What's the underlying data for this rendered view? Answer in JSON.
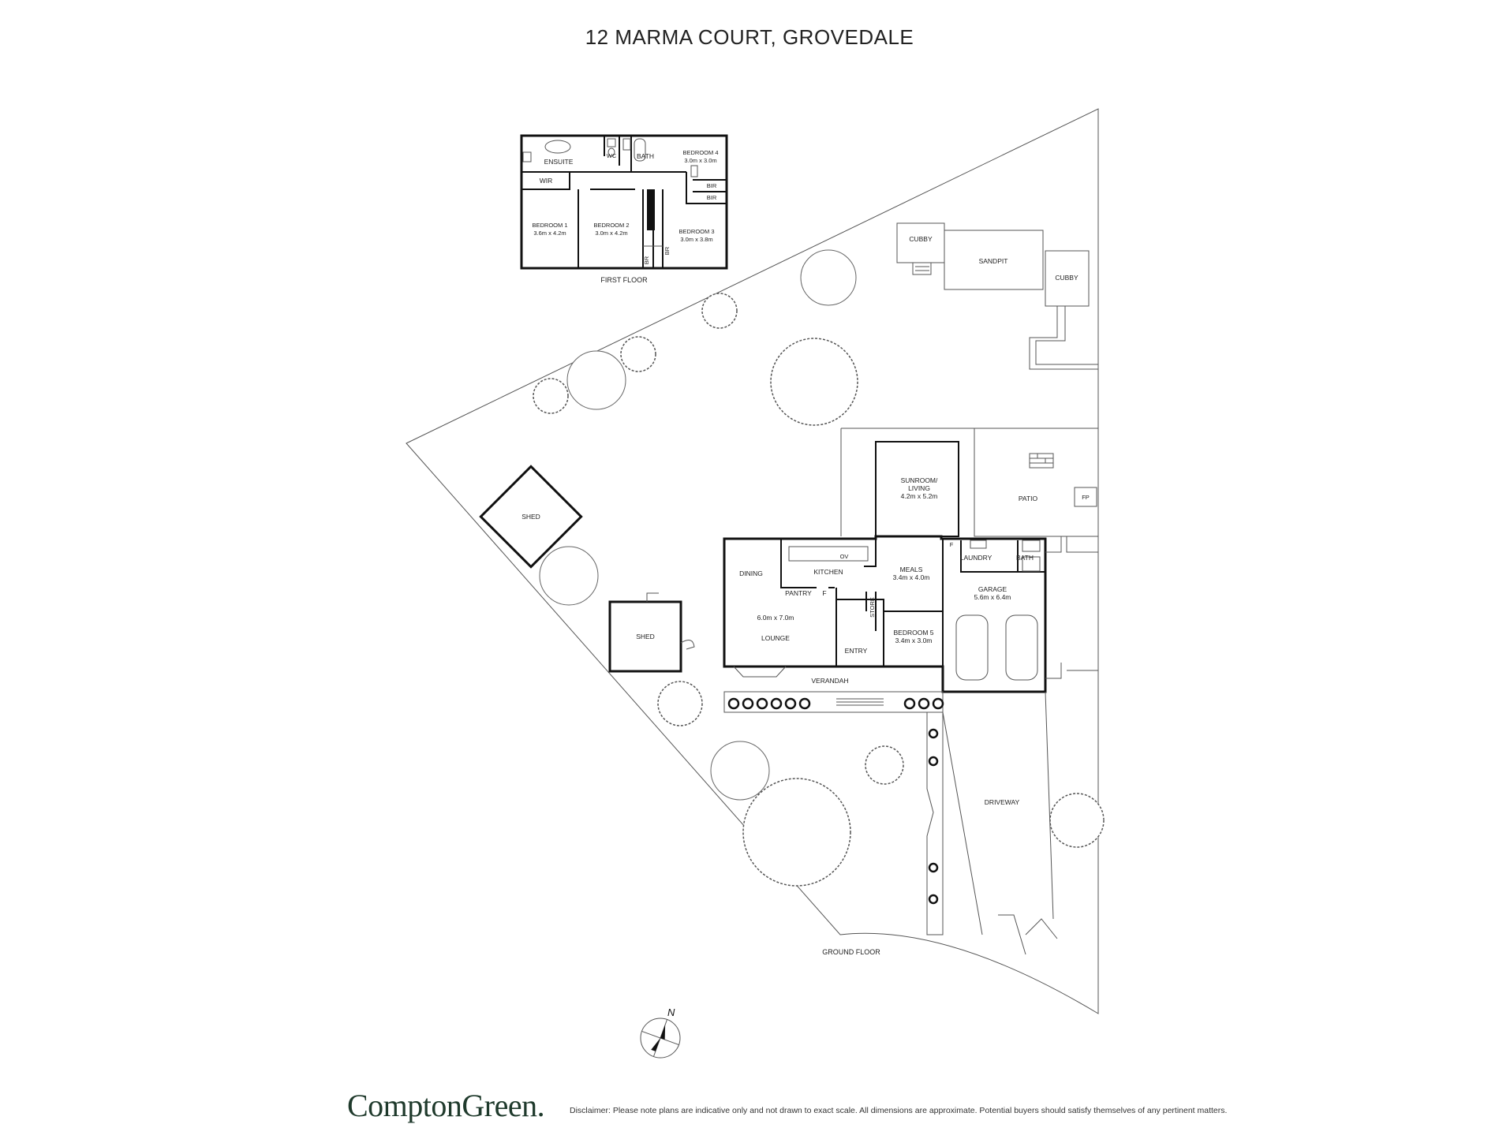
{
  "title": "12 MARMA COURT, GROVEDALE",
  "floors": {
    "first": "FIRST FLOOR",
    "ground": "GROUND FLOOR"
  },
  "rooms": {
    "ensuite": "ENSUITE",
    "wc": "WC",
    "bath_upper": "BATH",
    "bedroom4": "BEDROOM 4",
    "bedroom4_dim": "3.0m x 3.0m",
    "wir": "WIR",
    "bir_a": "BIR",
    "bir_b": "BIR",
    "bedroom1": "BEDROOM 1",
    "bedroom1_dim": "3.6m x 4.2m",
    "bedroom2": "BEDROOM 2",
    "bedroom2_dim": "3.0m x 4.2m",
    "bedroom3": "BEDROOM 3",
    "bedroom3_dim": "3.0m x 3.8m",
    "br_a": "BR",
    "br_b": "BR",
    "cubby1": "CUBBY",
    "sandpit": "SANDPIT",
    "cubby2": "CUBBY",
    "sunroom": "SUNROOM/",
    "sunroom2": "LIVING",
    "sunroom_dim": "4.2m x 5.2m",
    "patio": "PATIO",
    "fp": "FP",
    "shed1": "SHED",
    "shed2": "SHED",
    "dining": "DINING",
    "kitchen": "KITCHEN",
    "ov": "OV",
    "pantry": "PANTRY",
    "f_kitchen": "F",
    "lounge_dim": "6.0m x 7.0m",
    "lounge": "LOUNGE",
    "meals": "MEALS",
    "meals_dim": "3.4m x 4.0m",
    "store": "STORE",
    "bedroom5": "BEDROOM 5",
    "bedroom5_dim": "3.4m x 3.0m",
    "entry": "ENTRY",
    "verandah": "VERANDAH",
    "f_laundry": "F",
    "laundry": "LAUNDRY",
    "bath_lower": "BATH",
    "garage": "GARAGE",
    "garage_dim": "5.6m x 6.4m",
    "driveway": "DRIVEWAY"
  },
  "compass": "N",
  "footer": {
    "brand": "ComptonGreen.",
    "disclaimer": "Disclaimer: Please note plans are indicative only and not drawn to exact scale. All dimensions are approximate. Potential buyers should satisfy themselves of any pertinent matters."
  }
}
